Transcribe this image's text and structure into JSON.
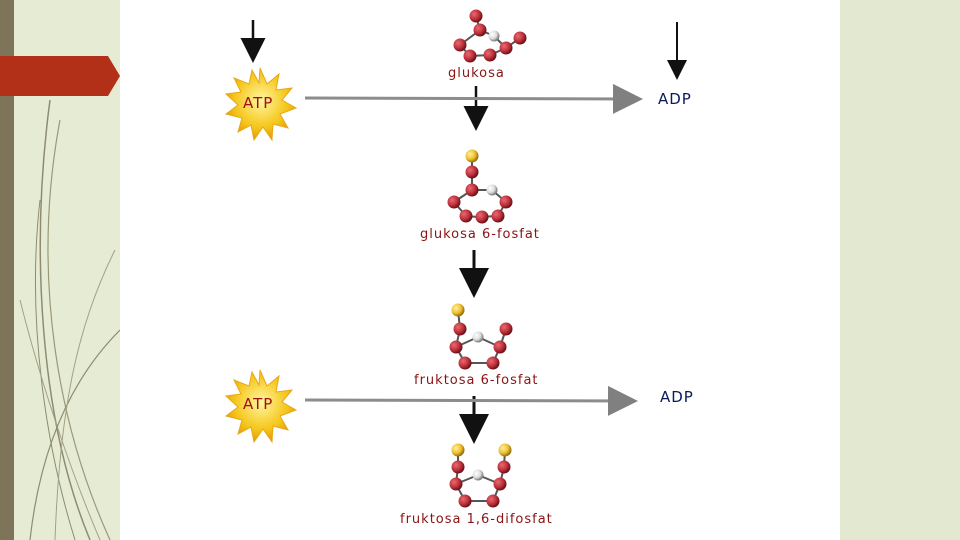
{
  "molecules": {
    "glukosa": "glukosa",
    "g6p": "glukosa 6-fosfat",
    "f6p": "fruktosa 6-fosfat",
    "f16bp": "fruktosa 1,6-difosfat"
  },
  "energy": {
    "atp_1": "ATP",
    "adp_1": "ADP",
    "atp_2": "ATP",
    "adp_2": "ADP"
  },
  "colors": {
    "atp_text": "#a01010",
    "adp_text": "#0c1a5a",
    "molecule_label": "#8a1414",
    "carbon_atom": "#c0323c",
    "phosphate_atom": "#f0c030",
    "oxygen_atom": "#dcdcdc",
    "sun": "#f5c518",
    "bullet": "#b33018"
  },
  "icons": {
    "sun": "sun-burst-icon",
    "bullet": "arrow-bullet-icon"
  }
}
